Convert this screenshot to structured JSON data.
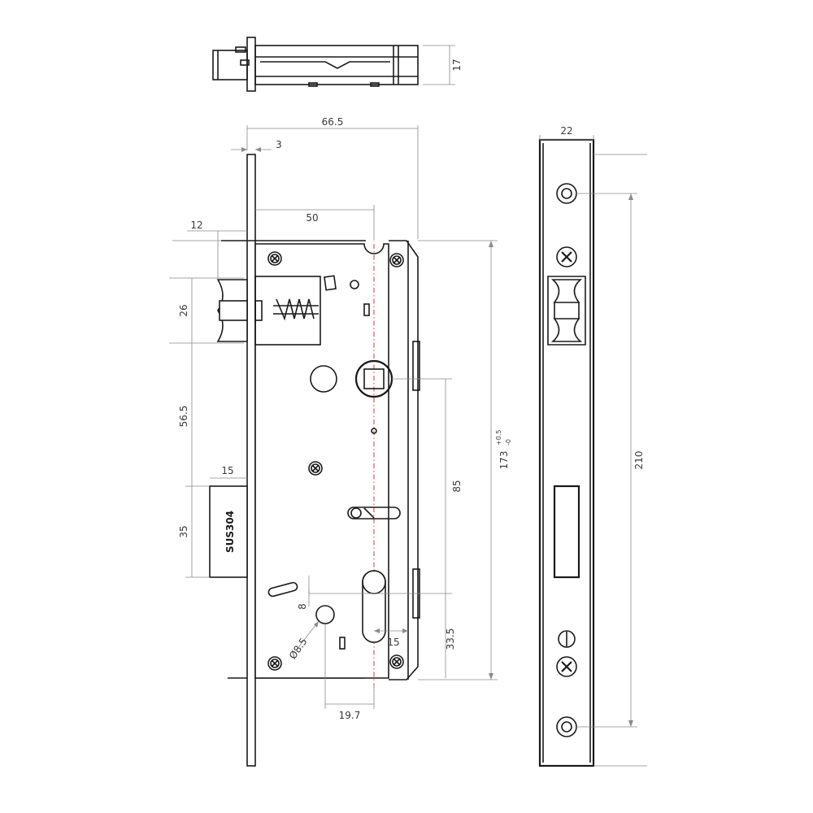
{
  "dimensions": {
    "top_depth": "17",
    "backset_total": "66.5",
    "faceplate_thickness": "3",
    "backset": "50",
    "latch_projection": "12",
    "latch_height": "26",
    "latch_to_deadbolt": "56.5",
    "deadbolt_projection": "15",
    "deadbolt_height": "35",
    "case_height": "173",
    "case_height_tol_upper": "+0.5",
    "case_height_tol_lower": "-0",
    "handle_to_cylinder": "85",
    "cylinder_to_bottom": "33.5",
    "cylinder_width": "15",
    "small_offset": "8",
    "hole_diameter": "Ø8.5",
    "hole_offset": "19.7",
    "faceplate_width": "22",
    "faceplate_hole_spacing": "210"
  },
  "material_mark": "SUS304"
}
